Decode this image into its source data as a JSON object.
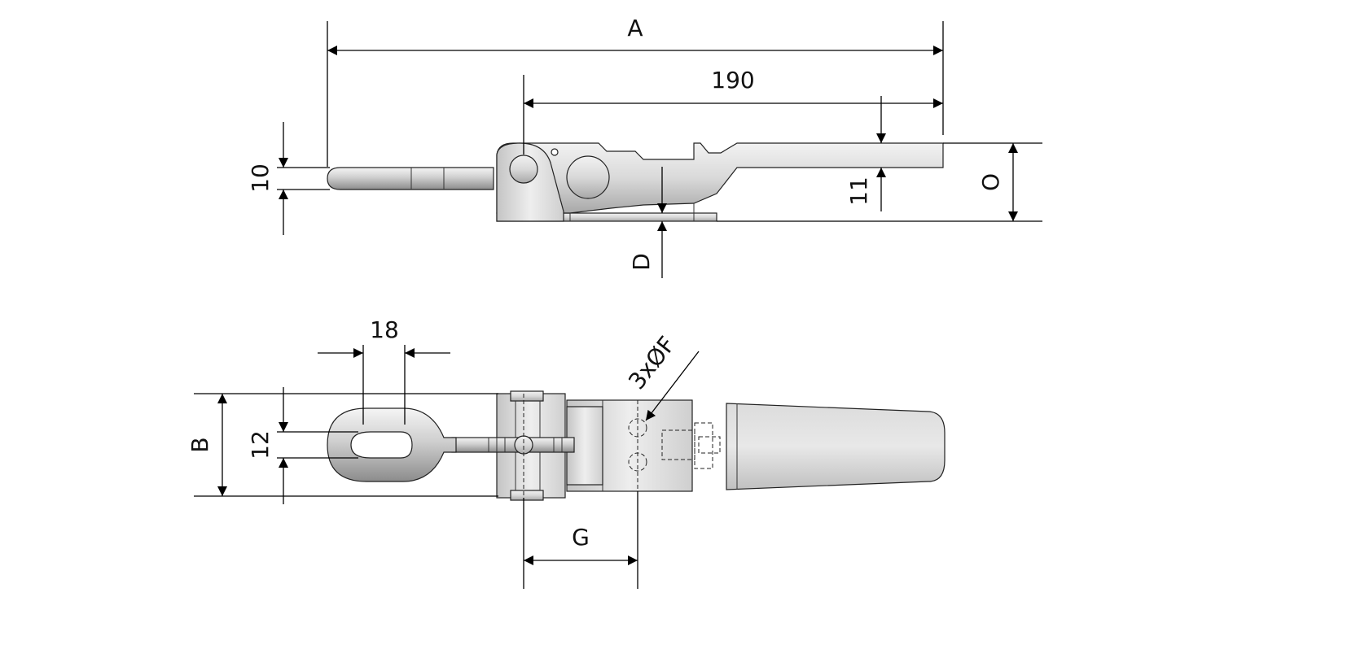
{
  "dimensions": {
    "A": "A",
    "length_190": "190",
    "height_10": "10",
    "height_11": "11",
    "O": "O",
    "D": "D",
    "width_18": "18",
    "B": "B",
    "width_12": "12",
    "holes": "3xØF",
    "G": "G"
  },
  "colors": {
    "metal_light": "#e6e6e6",
    "metal_mid": "#c8c8c8",
    "metal_dark": "#8a8a8a",
    "line": "#000000"
  }
}
